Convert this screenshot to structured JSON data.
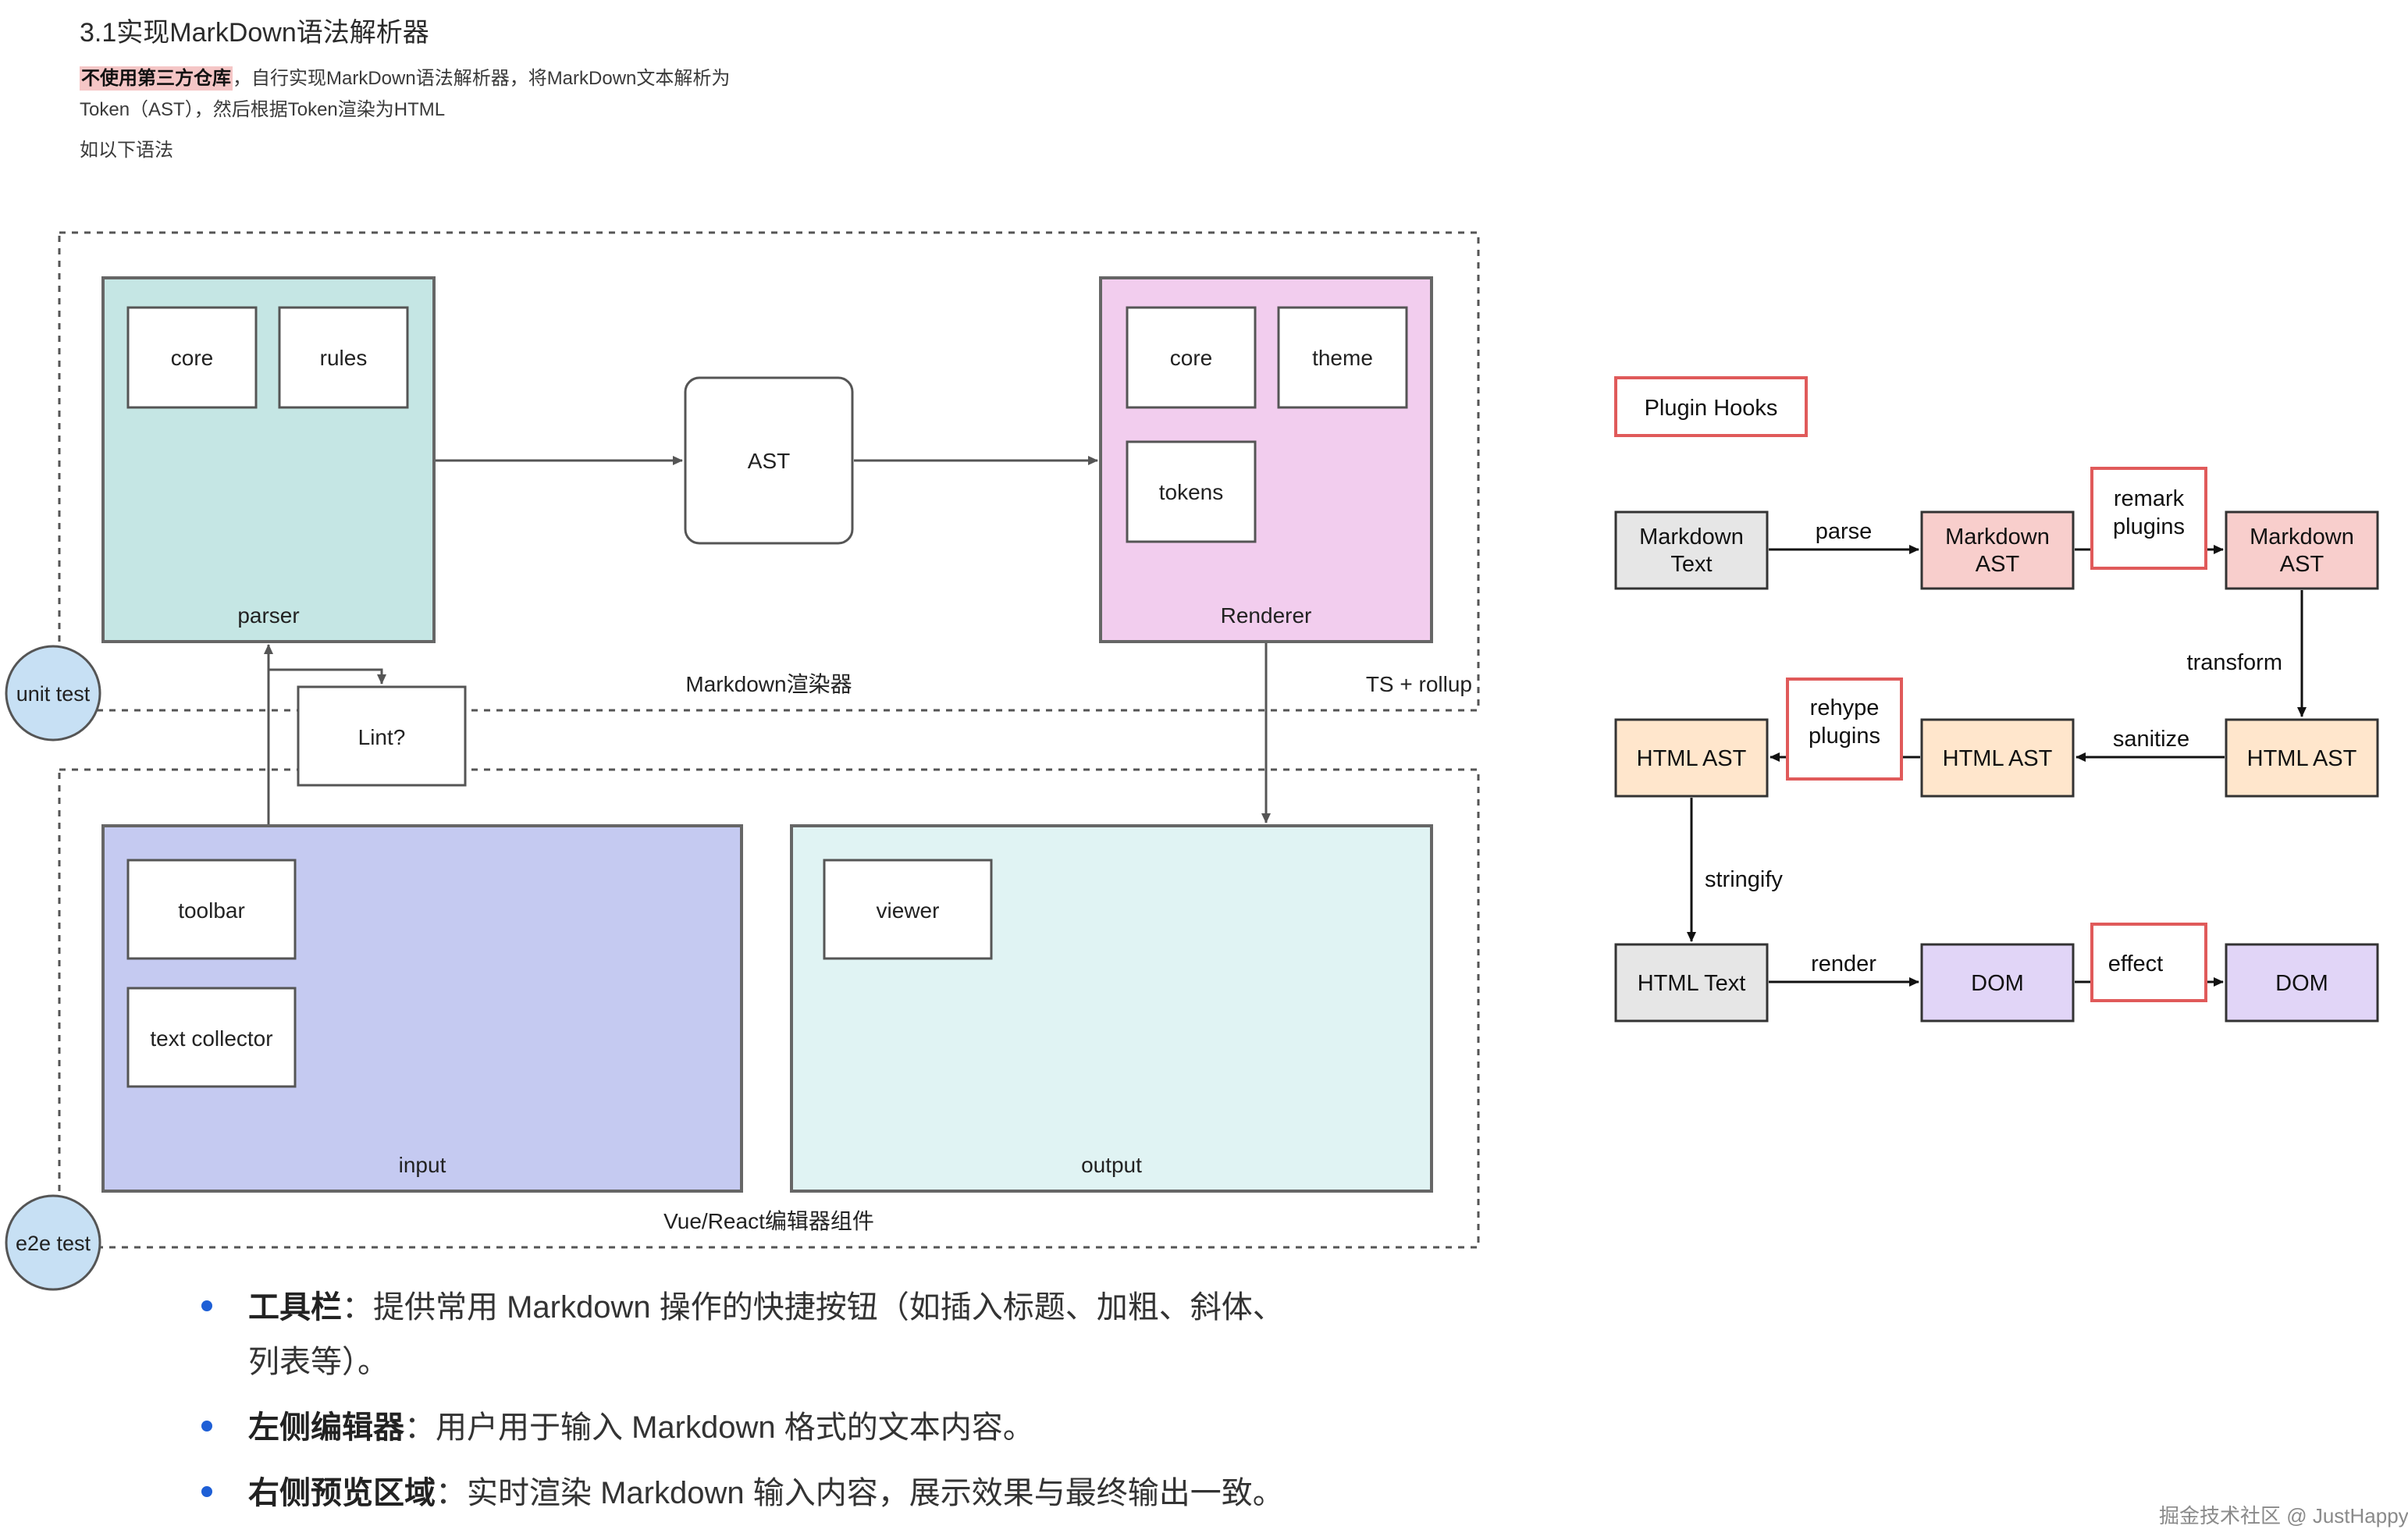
{
  "heading": "3.1实现MarkDown语法解析器",
  "intro": {
    "highlight": "不使用第三方仓库",
    "line1_rest": "，自行实现MarkDown语法解析器，将MarkDown文本解析为",
    "line2": "Token（AST），然后根据Token渲染为HTML",
    "line3": "如以下语法"
  },
  "architecture": {
    "parser": {
      "label": "parser",
      "modules": [
        "core",
        "rules"
      ]
    },
    "ast": "AST",
    "renderer": {
      "label": "Renderer",
      "modules": [
        "core",
        "theme",
        "tokens"
      ]
    },
    "renderer_group_label": "Markdown渲染器",
    "renderer_group_tool": "TS + rollup",
    "lint": "Lint?",
    "unit_test": "unit test",
    "e2e_test": "e2e test",
    "input": {
      "label": "input",
      "modules": [
        "toolbar",
        "text collector"
      ]
    },
    "output": {
      "label": "output",
      "modules": [
        "viewer"
      ]
    },
    "editor_group_label": "Vue/React编辑器组件"
  },
  "pipeline": {
    "legend": "Plugin Hooks",
    "nodes": {
      "md_text": [
        "Markdown",
        "Text"
      ],
      "md_ast_1": [
        "Markdown",
        "AST"
      ],
      "md_ast_2": [
        "Markdown",
        "AST"
      ],
      "html_ast_1": "HTML AST",
      "html_ast_2": "HTML AST",
      "html_ast_3": "HTML AST",
      "html_text": "HTML Text",
      "dom_1": "DOM",
      "dom_2": "DOM"
    },
    "edges": {
      "parse": "parse",
      "remark": [
        "remark",
        "plugins"
      ],
      "transform": "transform",
      "sanitize": "sanitize",
      "rehype": [
        "rehype",
        "plugins"
      ],
      "stringify": "stringify",
      "render": "render",
      "effect": "effect"
    },
    "colors": {
      "grey": "#e6e6e6",
      "pink": "#f8cecc",
      "peach": "#ffe6cc",
      "purple": "#e1d5f7",
      "hook": "#e05a5a"
    }
  },
  "bullets": [
    {
      "term": "工具栏",
      "text": "：提供常用 Markdown 操作的快捷按钮（如插入标题、加粗、斜体、",
      "text2": "列表等）。"
    },
    {
      "term": "左侧编辑器",
      "text": "：用户用于输入 Markdown 格式的文本内容。"
    },
    {
      "term": "右侧预览区域",
      "text": "：实时渲染 Markdown 输入内容，展示效果与最终输出一致。"
    }
  ],
  "credit": "掘金技术社区 @ JustHappy"
}
